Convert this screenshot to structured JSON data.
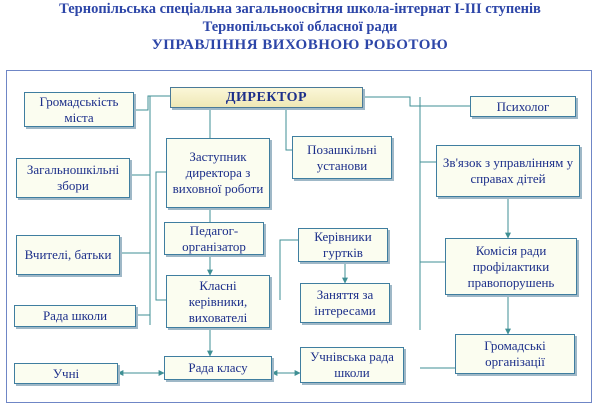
{
  "header": {
    "line1": "Тернопільська спеціальна загальноосвітня школа-інтернат І-ІІІ ступенів",
    "line2": "Тернопільської обласної ради",
    "line3": "УПРАВЛІННЯ  ВИХОВНОЮ  РОБОТОЮ"
  },
  "boxes": {
    "director": "ДИРЕКТОР",
    "community": "Громадськість міста",
    "psychologist": "Психолог",
    "general_meetings": "Загальношкільні збори",
    "deputy_director": "Заступник директора з виховної роботи",
    "extracurricular": "Позашкільні установи",
    "department_link": "Зв'язок з управлінням у справах дітей",
    "teachers_parents": "Вчителі, батьки",
    "pedagogue_organizer": "Педагог-організатор",
    "club_leaders": "Керівники гуртків",
    "offense_commission": "Комісія ради профілактики правопорушень",
    "class_teachers": "Класні керівники, вихователі",
    "interest_classes": "Заняття за інтересами",
    "school_council": "Рада  школи",
    "public_orgs": "Громадські організації",
    "students": "Учні",
    "class_council": "Рада  класу",
    "student_council": "Учнівська рада  школи"
  },
  "colors": {
    "title": "#2d46a8",
    "box_text": "#1c2f8a",
    "box_fill": "#fbfdf0",
    "box_border": "#3f7ea0",
    "connector": "#3f8f94"
  }
}
